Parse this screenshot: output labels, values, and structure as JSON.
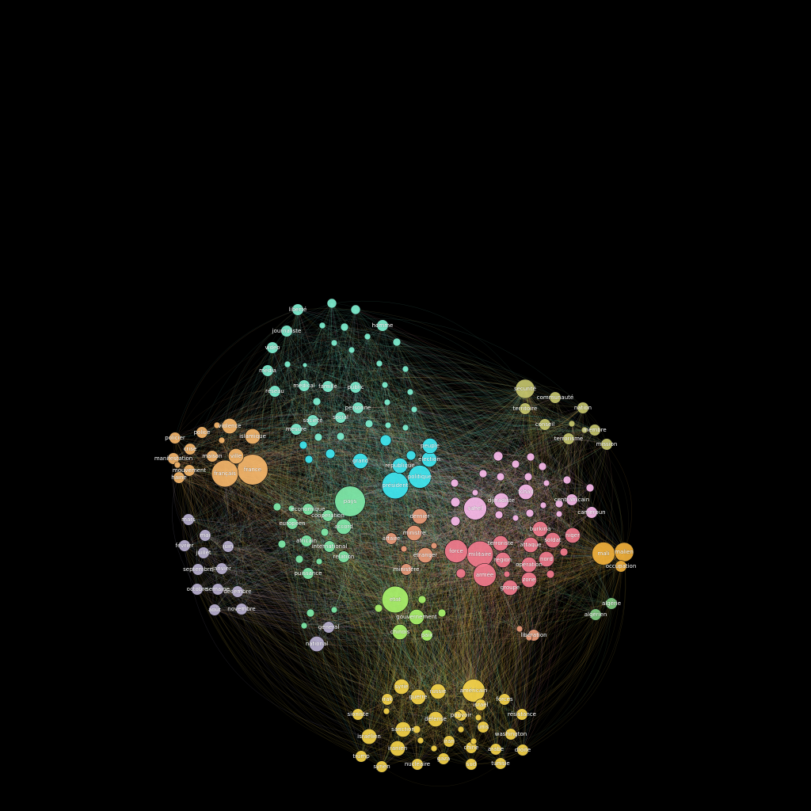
{
  "graph": {
    "background": "#000000",
    "clusters": [
      {
        "id": "politics-media",
        "color": "#7eeecf"
      },
      {
        "id": "cyan-core",
        "color": "#3ee6f0"
      },
      {
        "id": "terror",
        "color": "#f07a8c"
      },
      {
        "id": "pink",
        "color": "#f6b9e8"
      },
      {
        "id": "orange-france",
        "color": "#f4b56a"
      },
      {
        "id": "mali",
        "color": "#f0b03c"
      },
      {
        "id": "olive",
        "color": "#c4c46c"
      },
      {
        "id": "dates",
        "color": "#b8b0d0"
      },
      {
        "id": "green",
        "color": "#a8f06a"
      },
      {
        "id": "mint",
        "color": "#7ee8a8"
      },
      {
        "id": "yellow-world",
        "color": "#f4d24a"
      },
      {
        "id": "salmon",
        "color": "#e89a78"
      },
      {
        "id": "algeria",
        "color": "#7ec87e"
      }
    ],
    "nodes": [
      {
        "label": "liberté",
        "cluster": "politics-media",
        "weight": 2
      },
      {
        "label": "journaliste",
        "cluster": "politics-media",
        "weight": 2
      },
      {
        "label": "homme",
        "cluster": "politics-media",
        "weight": 2
      },
      {
        "label": "vidéo",
        "cluster": "politics-media",
        "weight": 2
      },
      {
        "label": "média",
        "cluster": "politics-media",
        "weight": 2
      },
      {
        "label": "réseau",
        "cluster": "politics-media",
        "weight": 2
      },
      {
        "label": "médical",
        "cluster": "politics-media",
        "weight": 2
      },
      {
        "label": "famille",
        "cluster": "politics-media",
        "weight": 2
      },
      {
        "label": "public",
        "cluster": "politics-media",
        "weight": 2
      },
      {
        "label": "personne",
        "cluster": "politics-media",
        "weight": 2
      },
      {
        "label": "société",
        "cluster": "politics-media",
        "weight": 2
      },
      {
        "label": "social",
        "cluster": "politics-media",
        "weight": 2
      },
      {
        "label": "mesure",
        "cluster": "politics-media",
        "weight": 2
      },
      {
        "label": "président",
        "cluster": "cyan-core",
        "weight": 6
      },
      {
        "label": "politique",
        "cluster": "cyan-core",
        "weight": 5
      },
      {
        "label": "élection",
        "cluster": "cyan-core",
        "weight": 3
      },
      {
        "label": "république",
        "cluster": "cyan-core",
        "weight": 3
      },
      {
        "label": "peuple",
        "cluster": "cyan-core",
        "weight": 3
      },
      {
        "label": "grand",
        "cluster": "cyan-core",
        "weight": 3
      },
      {
        "label": "accord",
        "cluster": "mint",
        "weight": 3
      },
      {
        "label": "cooperation",
        "cluster": "mint",
        "weight": 2
      },
      {
        "label": "économique",
        "cluster": "mint",
        "weight": 2
      },
      {
        "label": "international",
        "cluster": "mint",
        "weight": 2
      },
      {
        "label": "relation",
        "cluster": "mint",
        "weight": 2
      },
      {
        "label": "puissance",
        "cluster": "mint",
        "weight": 2
      },
      {
        "label": "européen",
        "cluster": "mint",
        "weight": 2
      },
      {
        "label": "africain",
        "cluster": "mint",
        "weight": 2
      },
      {
        "label": "pays",
        "cluster": "mint",
        "weight": 7
      },
      {
        "label": "force",
        "cluster": "terror",
        "weight": 5
      },
      {
        "label": "militaire",
        "cluster": "terror",
        "weight": 6
      },
      {
        "label": "armée",
        "cluster": "terror",
        "weight": 5
      },
      {
        "label": "terroriste",
        "cluster": "terror",
        "weight": 3
      },
      {
        "label": "attaque",
        "cluster": "terror",
        "weight": 3
      },
      {
        "label": "soldat",
        "cluster": "terror",
        "weight": 3
      },
      {
        "label": "groupe",
        "cluster": "terror",
        "weight": 3
      },
      {
        "label": "opération",
        "cluster": "terror",
        "weight": 3
      },
      {
        "label": "région",
        "cluster": "terror",
        "weight": 3
      },
      {
        "label": "nord",
        "cluster": "terror",
        "weight": 3
      },
      {
        "label": "zone",
        "cluster": "terror",
        "weight": 3
      },
      {
        "label": "niger",
        "cluster": "terror",
        "weight": 3
      },
      {
        "label": "burkina",
        "cluster": "terror",
        "weight": 3
      },
      {
        "label": "djihadiste",
        "cluster": "pink",
        "weight": 3
      },
      {
        "label": "sahel",
        "cluster": "pink",
        "weight": 5
      },
      {
        "label": "centrafricain",
        "cluster": "pink",
        "weight": 2
      },
      {
        "label": "cameroun",
        "cluster": "pink",
        "weight": 2
      },
      {
        "label": "tchad",
        "cluster": "pink",
        "weight": 3
      },
      {
        "label": "malien",
        "cluster": "mali",
        "weight": 4
      },
      {
        "label": "mali",
        "cluster": "mali",
        "weight": 5
      },
      {
        "label": "occupation",
        "cluster": "mali",
        "weight": 2
      },
      {
        "label": "sécurité",
        "cluster": "olive",
        "weight": 4
      },
      {
        "label": "communauté",
        "cluster": "olive",
        "weight": 2
      },
      {
        "label": "nation",
        "cluster": "olive",
        "weight": 2
      },
      {
        "label": "membre",
        "cluster": "olive",
        "weight": 2
      },
      {
        "label": "mission",
        "cluster": "olive",
        "weight": 2
      },
      {
        "label": "terrorisme",
        "cluster": "olive",
        "weight": 2
      },
      {
        "label": "territoire",
        "cluster": "olive",
        "weight": 2
      },
      {
        "label": "conseil",
        "cluster": "olive",
        "weight": 2
      },
      {
        "label": "policier",
        "cluster": "orange-france",
        "weight": 2
      },
      {
        "label": "police",
        "cluster": "orange-france",
        "weight": 2
      },
      {
        "label": "manifestation",
        "cluster": "orange-france",
        "weight": 2
      },
      {
        "label": "mouvement",
        "cluster": "orange-france",
        "weight": 2
      },
      {
        "label": "haine",
        "cluster": "orange-france",
        "weight": 2
      },
      {
        "label": "français",
        "cluster": "orange-france",
        "weight": 6
      },
      {
        "label": "france",
        "cluster": "orange-france",
        "weight": 7
      },
      {
        "label": "ville",
        "cluster": "orange-france",
        "weight": 3
      },
      {
        "label": "violence",
        "cluster": "orange-france",
        "weight": 3
      },
      {
        "label": "islamique",
        "cluster": "orange-france",
        "weight": 3
      },
      {
        "label": "crise",
        "cluster": "orange-france",
        "weight": 2
      },
      {
        "label": "maison",
        "cluster": "orange-france",
        "weight": 2
      },
      {
        "label": "mars",
        "cluster": "dates",
        "weight": 2
      },
      {
        "label": "février",
        "cluster": "dates",
        "weight": 2
      },
      {
        "label": "juillet",
        "cluster": "dates",
        "weight": 2
      },
      {
        "label": "juin",
        "cluster": "dates",
        "weight": 2
      },
      {
        "label": "septembre",
        "cluster": "dates",
        "weight": 2
      },
      {
        "label": "janvier",
        "cluster": "dates",
        "weight": 2
      },
      {
        "label": "octobre",
        "cluster": "dates",
        "weight": 2
      },
      {
        "label": "décembre",
        "cluster": "dates",
        "weight": 2
      },
      {
        "label": "août",
        "cluster": "dates",
        "weight": 2
      },
      {
        "label": "novembre",
        "cluster": "dates",
        "weight": 2
      },
      {
        "label": "semaine",
        "cluster": "dates",
        "weight": 2
      },
      {
        "label": "mai",
        "cluster": "dates",
        "weight": 2
      },
      {
        "label": "général",
        "cluster": "dates",
        "weight": 2
      },
      {
        "label": "national",
        "cluster": "dates",
        "weight": 3
      },
      {
        "label": "etat",
        "cluster": "green",
        "weight": 6
      },
      {
        "label": "gouvernement",
        "cluster": "green",
        "weight": 3
      },
      {
        "label": "chinois",
        "cluster": "green",
        "weight": 3
      },
      {
        "label": "paix",
        "cluster": "green",
        "weight": 2
      },
      {
        "label": "dernier",
        "cluster": "salmon",
        "weight": 3
      },
      {
        "label": "ministre",
        "cluster": "salmon",
        "weight": 3
      },
      {
        "label": "affaire",
        "cluster": "salmon",
        "weight": 2
      },
      {
        "label": "étranger",
        "cluster": "salmon",
        "weight": 3
      },
      {
        "label": "ministère",
        "cluster": "salmon",
        "weight": 2
      },
      {
        "label": "libération",
        "cluster": "salmon",
        "weight": 2
      },
      {
        "label": "algérie",
        "cluster": "algeria",
        "weight": 2
      },
      {
        "label": "algérien",
        "cluster": "algeria",
        "weight": 2
      },
      {
        "label": "américain",
        "cluster": "yellow-world",
        "weight": 5
      },
      {
        "label": "syrie",
        "cluster": "yellow-world",
        "weight": 3
      },
      {
        "label": "russie",
        "cluster": "yellow-world",
        "weight": 3
      },
      {
        "label": "sioniste",
        "cluster": "yellow-world",
        "weight": 2
      },
      {
        "label": "sanction",
        "cluster": "yellow-world",
        "weight": 3
      },
      {
        "label": "défense",
        "cluster": "yellow-world",
        "weight": 3
      },
      {
        "label": "résistance",
        "cluster": "yellow-world",
        "weight": 2
      },
      {
        "label": "israélien",
        "cluster": "yellow-world",
        "weight": 3
      },
      {
        "label": "iranien",
        "cluster": "yellow-world",
        "weight": 3
      },
      {
        "label": "washington",
        "cluster": "yellow-world",
        "weight": 2
      },
      {
        "label": "nucléaire",
        "cluster": "yellow-world",
        "weight": 2
      },
      {
        "label": "trump",
        "cluster": "yellow-world",
        "weight": 2
      },
      {
        "label": "syrien",
        "cluster": "yellow-world",
        "weight": 2
      },
      {
        "label": "tunisie",
        "cluster": "yellow-world",
        "weight": 2
      },
      {
        "label": "droite",
        "cluster": "yellow-world",
        "weight": 2
      },
      {
        "label": "arabe",
        "cluster": "yellow-world",
        "weight": 2
      },
      {
        "label": "chine",
        "cluster": "yellow-world",
        "weight": 2
      },
      {
        "label": "iran",
        "cluster": "yellow-world",
        "weight": 2
      },
      {
        "label": "unis",
        "cluster": "yellow-world",
        "weight": 2
      },
      {
        "label": "guerre",
        "cluster": "yellow-world",
        "weight": 3
      },
      {
        "label": "israël",
        "cluster": "yellow-world",
        "weight": 2
      },
      {
        "label": "forces",
        "cluster": "yellow-world",
        "weight": 2
      },
      {
        "label": "irak",
        "cluster": "yellow-world",
        "weight": 2
      },
      {
        "label": "gaza",
        "cluster": "yellow-world",
        "weight": 2
      },
      {
        "label": "sud",
        "cluster": "yellow-world",
        "weight": 2
      },
      {
        "label": "pouvoir",
        "cluster": "yellow-world",
        "weight": 2
      }
    ]
  }
}
